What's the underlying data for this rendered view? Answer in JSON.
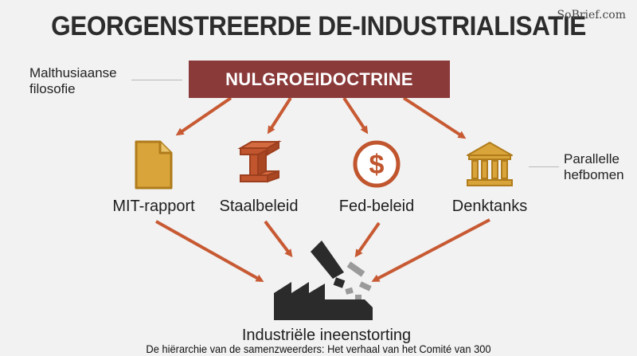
{
  "title": "GEORGENSTREERDE DE-INDUSTRIALISATIE",
  "watermark": "SoBrief.com",
  "root": {
    "label": "NULGROEIDOCTRINE",
    "color": "#8b3a3a"
  },
  "left_note": {
    "line1": "Malthusiaanse",
    "line2": "filosofie"
  },
  "right_note": {
    "line1": "Parallelle",
    "line2": "hefbomen"
  },
  "nodes": [
    {
      "label": "MIT-rapport",
      "icon": "document-icon"
    },
    {
      "label": "Staalbeleid",
      "icon": "steel-beam-icon"
    },
    {
      "label": "Fed-beleid",
      "icon": "dollar-coin-icon"
    },
    {
      "label": "Denktanks",
      "icon": "institution-building-icon"
    }
  ],
  "outcome": {
    "label": "Industriële ineenstorting",
    "icon": "collapsing-factory-icon"
  },
  "caption": "De hiërarchie van de samenzweerders: Het verhaal van het Comité van 300",
  "colors": {
    "arrow": "#c75a33",
    "gold": "#d9a43a",
    "gold_dark": "#b07c1c",
    "rust": "#c0552e",
    "dark": "#2b2b2b",
    "gray": "#9a9a9a"
  }
}
